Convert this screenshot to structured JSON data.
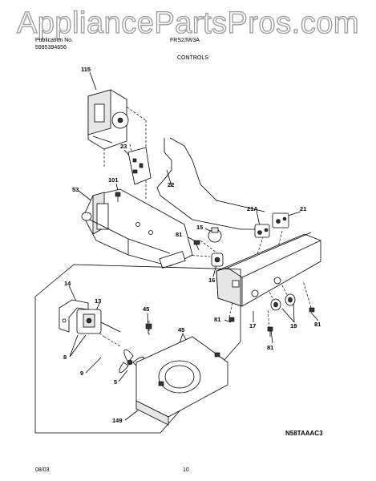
{
  "watermark": "AppliancePartsPros.com",
  "header": {
    "publication_label": "Publication No.",
    "publication_number": "5995394656",
    "model": "FRS23W3A",
    "section_title": "CONTROLS"
  },
  "callouts": {
    "c115": "115",
    "c23": "23",
    "c22": "22",
    "c101": "101",
    "c53": "53",
    "c21a": "21A",
    "c21": "21",
    "c15": "15",
    "c81a": "81",
    "c16": "16",
    "c81b": "81",
    "c17": "17",
    "c18": "18",
    "c81c": "81",
    "c81d": "81",
    "c14": "14",
    "c13": "13",
    "c45a": "45",
    "c45b": "45",
    "c8": "8",
    "c9": "9",
    "c5": "5",
    "c149": "149"
  },
  "diagram_code": "N58TAAAC3",
  "footer": {
    "date": "08/03",
    "page": "10"
  }
}
